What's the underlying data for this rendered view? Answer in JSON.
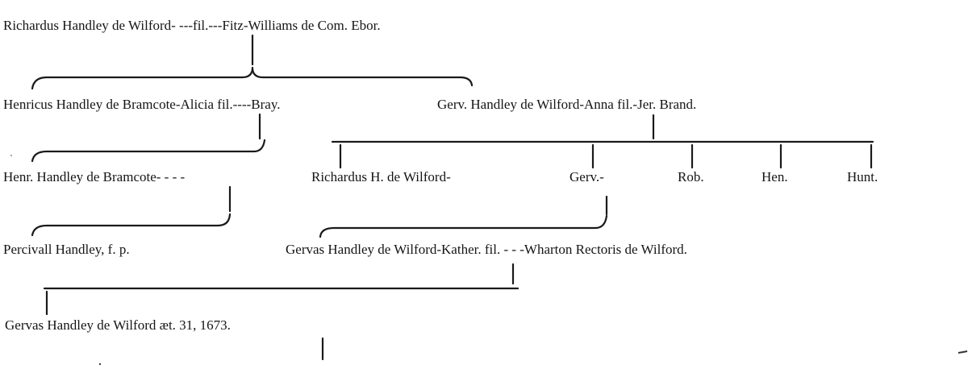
{
  "pedigree": {
    "gen1": {
      "couple": "Richardus Handley de Wilford- ---fil.---Fitz-Williams de Com. Ebor."
    },
    "gen2": {
      "henricus": "Henricus Handley de Bramcote-Alicia fil.----Bray.",
      "gerv": "Gerv. Handley de Wilford-Anna fil.-Jer. Brand."
    },
    "gen3": {
      "henr": "Henr. Handley de Bramcote- - - -",
      "richardus": "Richardus H. de Wilford-",
      "gerv": "Gerv.-",
      "rob": "Rob.",
      "hen": "Hen.",
      "hunt": "Hunt."
    },
    "gen4": {
      "percivall": "Percivall Handley, f. p.",
      "gervas": "Gervas Handley de Wilford-Kather. fil. - - -Wharton Rectoris de Wilford."
    },
    "gen5": {
      "gervas": "Gervas Handley de Wilford æt. 31, 1673."
    }
  },
  "colors": {
    "ink": "#151515",
    "paper": "#ffffff"
  }
}
